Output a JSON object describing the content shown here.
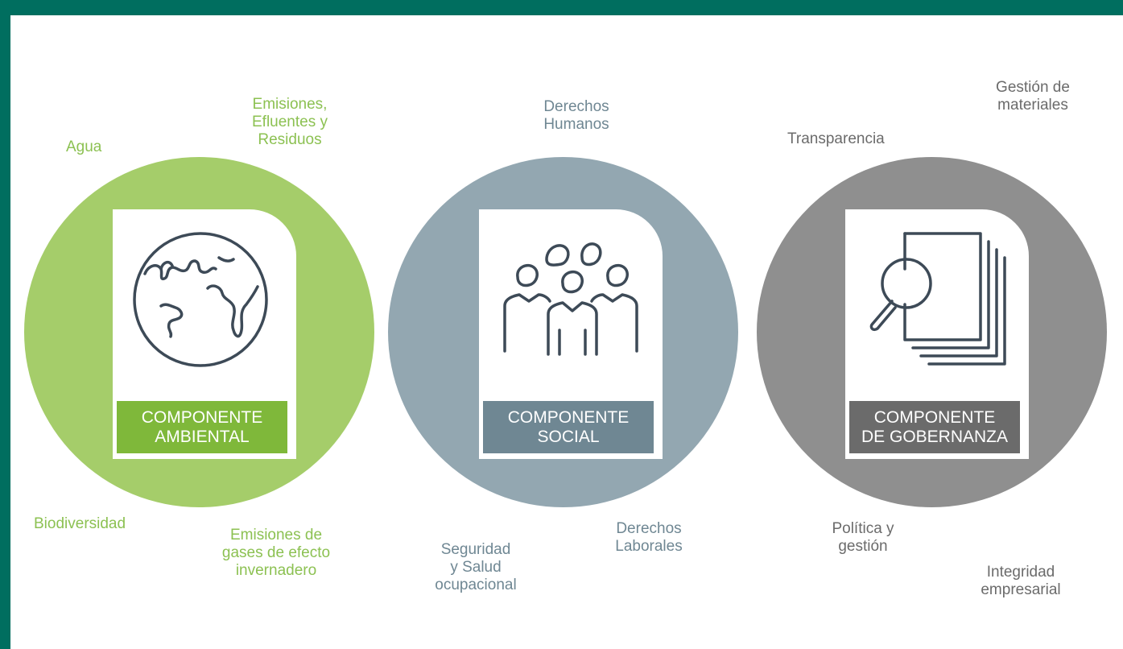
{
  "components": [
    {
      "id": "env",
      "line1": "COMPONENTE",
      "line2": "AMBIENTAL",
      "color": "#a5cd6a",
      "label_color": "#7fb83a",
      "icon": "globe-icon"
    },
    {
      "id": "soc",
      "line1": "COMPONENTE",
      "line2": "SOCIAL",
      "color": "#93a7b1",
      "label_color": "#6f8793",
      "icon": "people-group-icon"
    },
    {
      "id": "gov",
      "line1": "COMPONENTE",
      "line2": "DE GOBERNANZA",
      "color": "#8f8f8f",
      "label_color": "#6b6b6b",
      "icon": "document-search-icon"
    }
  ],
  "environmental_topics": {
    "agua": [
      "Agua"
    ],
    "emisiones": [
      "Emisiones,",
      "Efluentes y",
      "Residuos"
    ],
    "biodiversidad": [
      "Biodiversidad"
    ],
    "gei": [
      "Emisiones de",
      "gases de efecto",
      "invernadero"
    ]
  },
  "social_topics": {
    "ddhh": [
      "Derechos",
      "Humanos"
    ],
    "laborales": [
      "Derechos",
      "Laborales"
    ],
    "sso": [
      "Seguridad",
      "y Salud",
      "ocupacional"
    ]
  },
  "governance_topics": {
    "materiales": [
      "Gestión de",
      "materiales"
    ],
    "transparencia": [
      "Transparencia"
    ],
    "politica": [
      "Política y",
      "gestión"
    ],
    "integridad": [
      "Integridad",
      "empresarial"
    ]
  }
}
